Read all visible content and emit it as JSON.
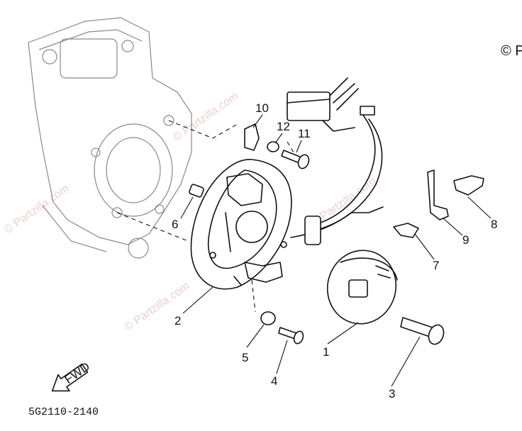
{
  "diagram_code": "5G2110-2140",
  "copyright_text": "© P",
  "watermark_text": "© Partzilla.com",
  "fwd_label": "FWD",
  "callouts": {
    "c1": "1",
    "c2": "2",
    "c3": "3",
    "c4": "4",
    "c5": "5",
    "c6": "6",
    "c7": "7",
    "c8": "8",
    "c9": "9",
    "c10": "10",
    "c11": "11",
    "c12": "12"
  }
}
